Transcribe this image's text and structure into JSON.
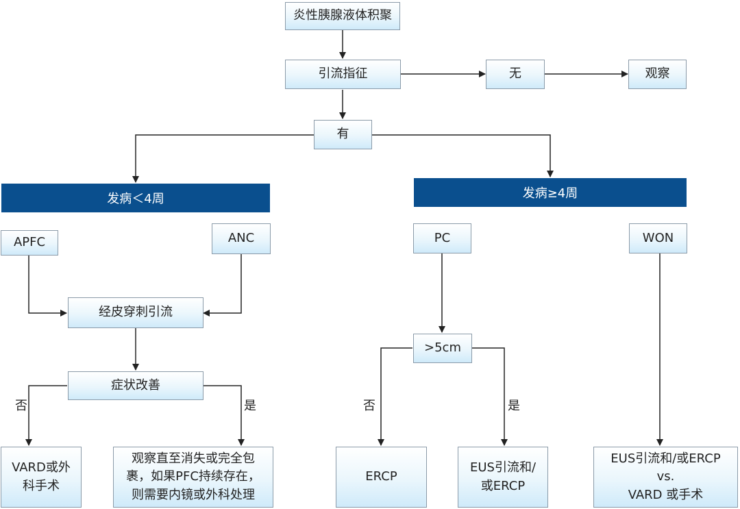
{
  "colors": {
    "band": "#0a4f8e",
    "node_border": "#8a9aa8",
    "node_fill_top": "#ffffff",
    "node_fill_bottom": "#cfeafa",
    "edge": "#222222"
  },
  "nodes": {
    "root": "炎性胰腺液体积聚",
    "indication": "引流指征",
    "no": "无",
    "observe": "观察",
    "yes": "有",
    "apfc": "APFC",
    "anc": "ANC",
    "perc_drain": "经皮穿刺引流",
    "symptom_improve": "症状改善",
    "vard_or_surgery": "VARD或外\n科手术",
    "observe_until": "观察直至消失或完全包\n裹，如果PFC持续存在，\n则需要内镜或外科处理",
    "pc": "PC",
    "gt5cm": ">5cm",
    "ercp": "ERCP",
    "eus_drain": "EUS引流和/\n或ERCP",
    "won": "WON",
    "eus_vs_vard": "EUS引流和/或ERCP\nvs.\nVARD 或手术"
  },
  "bands": {
    "early": "发病＜4周",
    "late": "发病≥4周"
  },
  "edge_labels": {
    "left_no": "否",
    "left_yes": "是",
    "right_no": "否",
    "right_yes": "是"
  }
}
